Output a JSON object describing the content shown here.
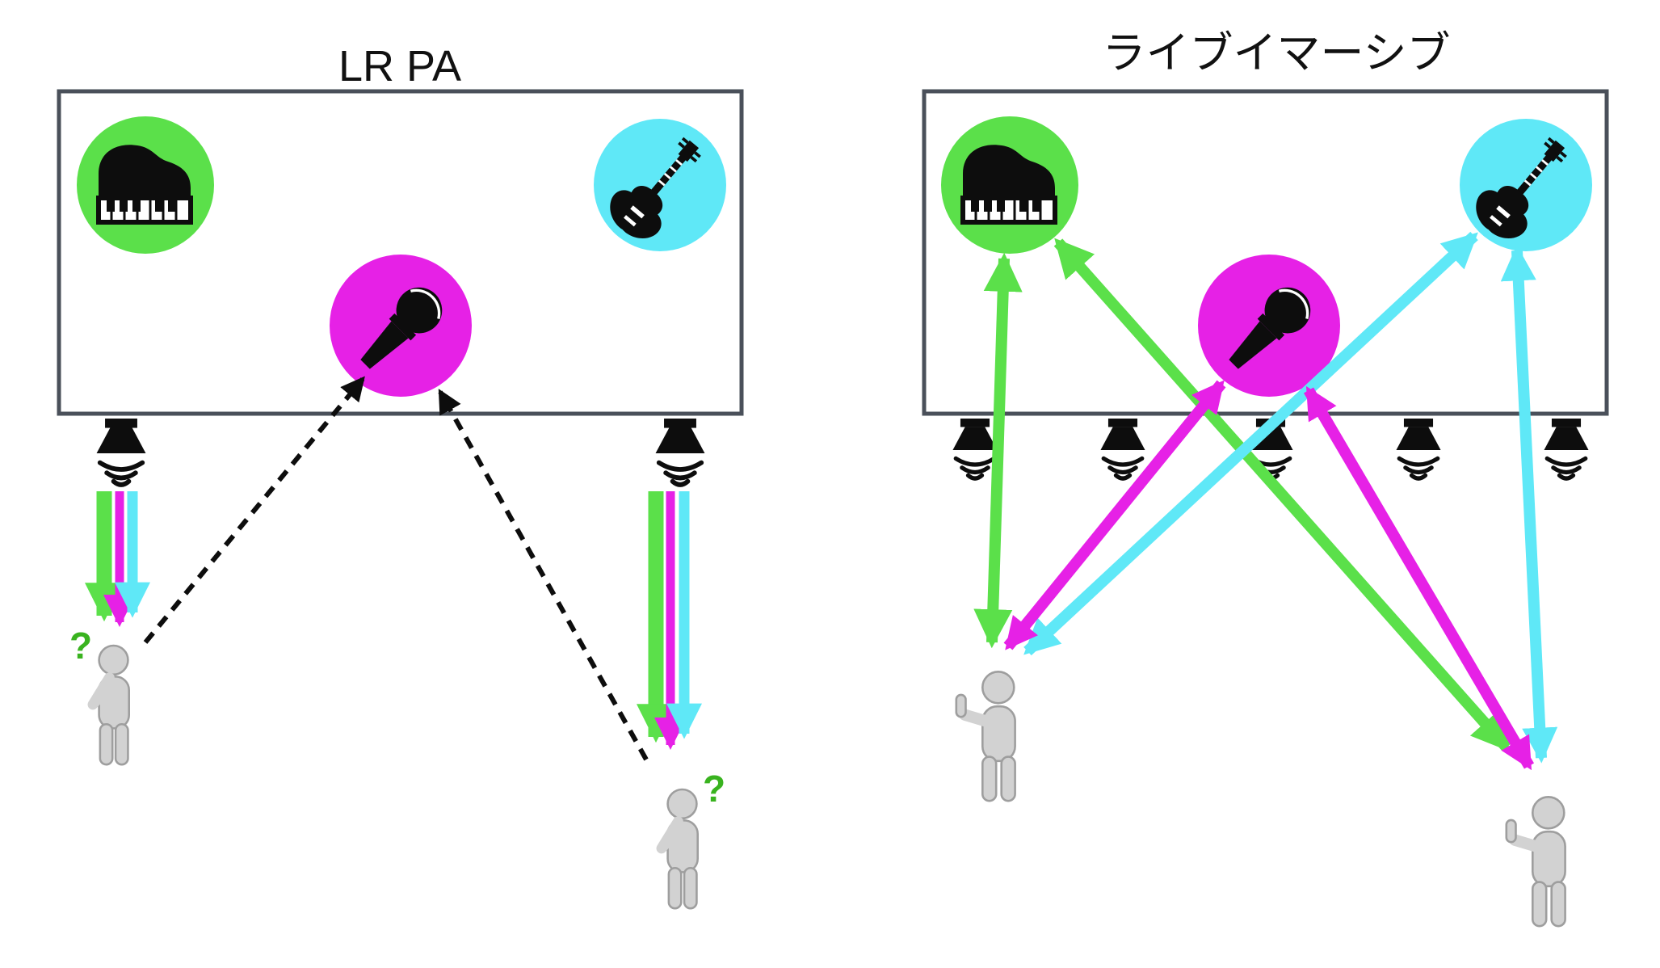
{
  "colors": {
    "green": "#5be04a",
    "magenta": "#e621e6",
    "cyan": "#5fe8f7",
    "black": "#0d0d0d",
    "stage_border": "#4a505a",
    "figure_fill": "#d2d2d2",
    "figure_stroke": "#9e9e9e",
    "question": "#39b31f"
  },
  "icons": {
    "piano": "grand-piano-icon",
    "bass": "bass-guitar-icon",
    "mic": "microphone-icon",
    "speaker": "loudspeaker-sound-waves-icon",
    "listener_confused": "person-thinking-icon",
    "listener_happy": "person-thumbs-up-icon"
  },
  "panels": {
    "left": {
      "title": "LR PA",
      "stage_icons": [
        {
          "name": "grand-piano-icon",
          "color": "green"
        },
        {
          "name": "bass-guitar-icon",
          "color": "cyan"
        },
        {
          "name": "microphone-icon",
          "color": "magenta"
        }
      ],
      "speaker_count": 2,
      "listeners": [
        {
          "pose": "thinking-confused",
          "symbol": "?"
        },
        {
          "pose": "thinking-confused",
          "symbol": "?"
        }
      ],
      "flows": [
        {
          "from": "left-speaker",
          "to": "listener-1",
          "colors": [
            "green",
            "magenta",
            "cyan"
          ],
          "style": "solid"
        },
        {
          "from": "right-speaker",
          "to": "listener-2",
          "colors": [
            "green",
            "magenta",
            "cyan"
          ],
          "style": "solid"
        },
        {
          "from": "listener-1",
          "to": "microphone",
          "colors": [
            "black"
          ],
          "style": "dashed"
        },
        {
          "from": "listener-2",
          "to": "microphone",
          "colors": [
            "black"
          ],
          "style": "dashed"
        }
      ]
    },
    "right": {
      "title": "ライブイマーシブ",
      "stage_icons": [
        {
          "name": "grand-piano-icon",
          "color": "green"
        },
        {
          "name": "bass-guitar-icon",
          "color": "cyan"
        },
        {
          "name": "microphone-icon",
          "color": "magenta"
        }
      ],
      "speaker_count": 5,
      "listeners": [
        {
          "pose": "thumbs-up"
        },
        {
          "pose": "thumbs-up"
        }
      ],
      "flows": [
        {
          "from": "piano",
          "to": "listener-1",
          "colors": [
            "green"
          ],
          "style": "double-arrow"
        },
        {
          "from": "piano",
          "to": "listener-2",
          "colors": [
            "green"
          ],
          "style": "double-arrow"
        },
        {
          "from": "bass",
          "to": "listener-1",
          "colors": [
            "cyan"
          ],
          "style": "double-arrow"
        },
        {
          "from": "bass",
          "to": "listener-2",
          "colors": [
            "cyan"
          ],
          "style": "double-arrow"
        },
        {
          "from": "microphone",
          "to": "listener-1",
          "colors": [
            "magenta"
          ],
          "style": "double-arrow"
        },
        {
          "from": "microphone",
          "to": "listener-2",
          "colors": [
            "magenta"
          ],
          "style": "double-arrow"
        }
      ]
    }
  }
}
